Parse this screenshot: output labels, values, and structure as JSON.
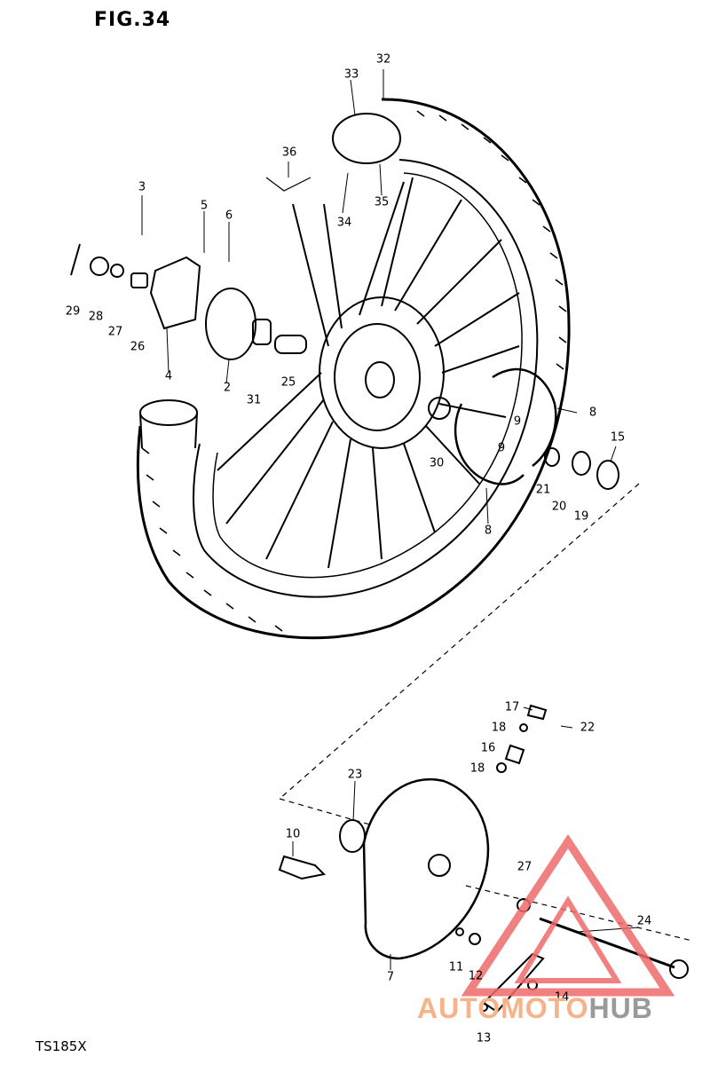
{
  "figure": {
    "title": "FIG.34",
    "model": "TS185X"
  },
  "watermark": {
    "part1": "AUTOMOTO",
    "part2": "HUB",
    "accent": "#ef6b6b",
    "text_color": "#f6b38a",
    "hub_color": "#9a9a9a"
  },
  "callouts": [
    "32",
    "33",
    "34",
    "35",
    "36",
    "3",
    "5",
    "6",
    "29",
    "28",
    "27",
    "26",
    "4",
    "2",
    "31",
    "25",
    "30",
    "8",
    "9",
    "9",
    "15",
    "21",
    "20",
    "19",
    "8",
    "17",
    "18",
    "16",
    "18",
    "22",
    "23",
    "10",
    "27",
    "24",
    "11",
    "12",
    "14",
    "13",
    "7"
  ]
}
